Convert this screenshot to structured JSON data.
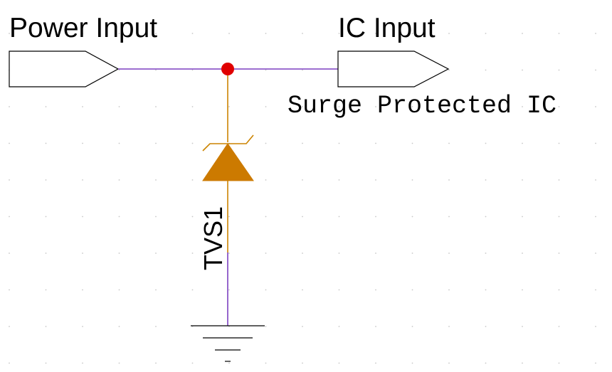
{
  "schematic": {
    "power_port_label": "Power Input",
    "ic_port_label": "IC Input",
    "ic_description": "Surge Protected IC",
    "tvs_designator": "TVS1"
  },
  "colors": {
    "background": "#ffffff",
    "grid_dot": "#c8c8c8",
    "wire": "#7b3fc0",
    "component_lead": "#cc8400",
    "diode_fill": "#cc7a00",
    "junction_dot": "#e00000",
    "port_outline": "#000000",
    "ground_symbol": "#000000"
  },
  "icons": {
    "power_port": "port-arrow-icon",
    "ic_port": "port-arrow-icon",
    "tvs": "tvs-diode-icon",
    "ground": "ground-icon",
    "junction": "junction-dot-icon"
  }
}
